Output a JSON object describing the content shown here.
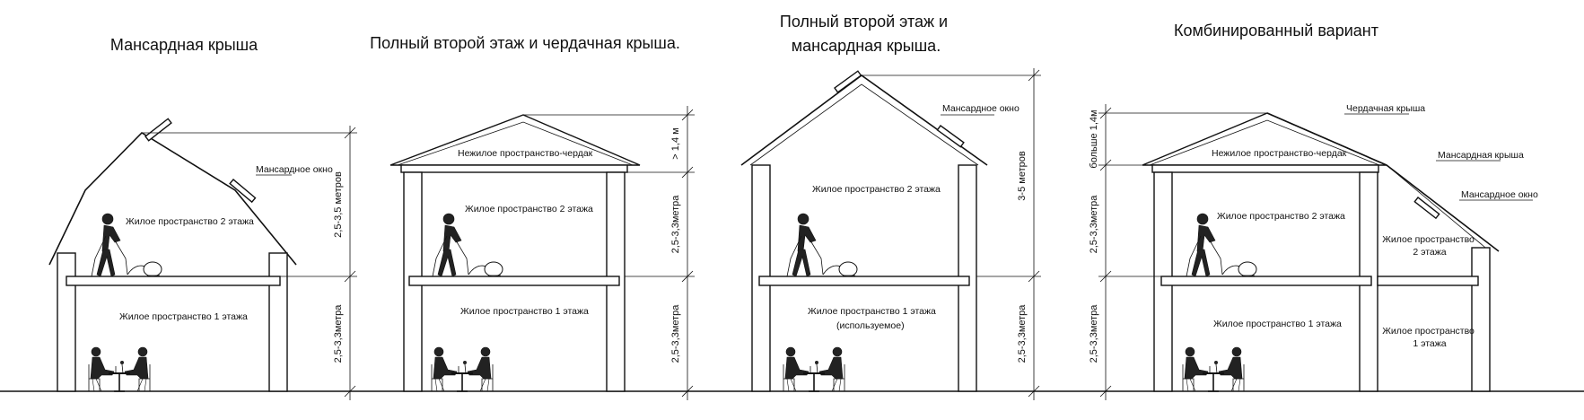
{
  "panels": [
    {
      "title": [
        "Мансардная крыша"
      ],
      "labels": {
        "window": "Мансардное окно",
        "floor2": "Жилое пространство 2 этажа",
        "floor1": "Жилое пространство 1 этажа"
      },
      "dims": {
        "upper": "2,5-3,5 метров",
        "lower": "2,5-3,3метра"
      }
    },
    {
      "title": [
        "Полный второй этаж и чердачная крыша."
      ],
      "labels": {
        "attic": "Нежилое пространство-чердак",
        "floor2": "Жилое пространство 2 этажа",
        "floor1": "Жилое пространство 1 этажа"
      },
      "dims": {
        "attic": "> 1,4 м",
        "upper": "2,5-3,3метра",
        "lower": "2,5-3,3метра"
      }
    },
    {
      "title": [
        "Полный второй этаж и",
        "мансардная крыша."
      ],
      "labels": {
        "window": "Мансардное окно",
        "floor2": "Жилое пространство 2 этажа",
        "floor1": "Жилое пространство 1 этажа",
        "floor1_note": "(используемое)"
      },
      "dims": {
        "upper": "3-5 метров",
        "lower": "2,5-3,3метра"
      }
    },
    {
      "title": [
        "Комбинированный вариант"
      ],
      "labels": {
        "attic_roof": "Чердачная крыша",
        "mansard_roof": "Мансардная крыша",
        "window": "Мансардное окно",
        "attic": "Нежилое пространство-чердак",
        "floor2": "Жилое пространство 2 этажа",
        "floor1": "Жилое пространство 1 этажа",
        "side2": [
          "Жилое пространство",
          "2 этажа"
        ],
        "side1": [
          "Жилое пространство",
          "1 этажа"
        ]
      },
      "dims": {
        "attic": "больше 1,4м",
        "upper": "2,5-3,3метра",
        "lower": "2,5-3,3метра"
      }
    }
  ]
}
